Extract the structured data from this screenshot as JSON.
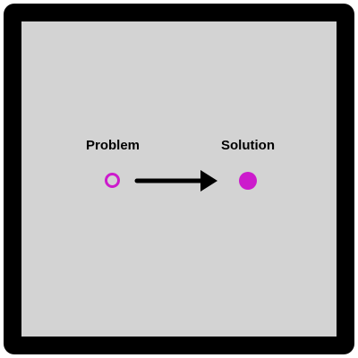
{
  "diagram": {
    "nodes": [
      {
        "id": "problem",
        "label": "Problem",
        "style": "hollow-circle"
      },
      {
        "id": "solution",
        "label": "Solution",
        "style": "filled-circle"
      }
    ],
    "edges": [
      {
        "from": "problem",
        "to": "solution",
        "style": "arrow"
      }
    ]
  },
  "colors": {
    "frame": "#000000",
    "canvas": "#d3d3d3",
    "node": "#cc1bcc",
    "arrow": "#000000",
    "text": "#000000"
  }
}
